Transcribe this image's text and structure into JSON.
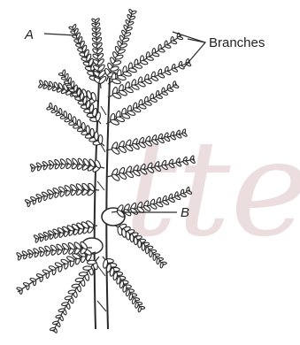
{
  "labels": {
    "a": "A",
    "b": "B",
    "branches": "Branches"
  },
  "watermark": {
    "text": "ttes"
  },
  "colors": {
    "ink": "#2a2a2a",
    "leaf_fill": "#ffffff",
    "watermark": "#c9a3a6"
  }
}
